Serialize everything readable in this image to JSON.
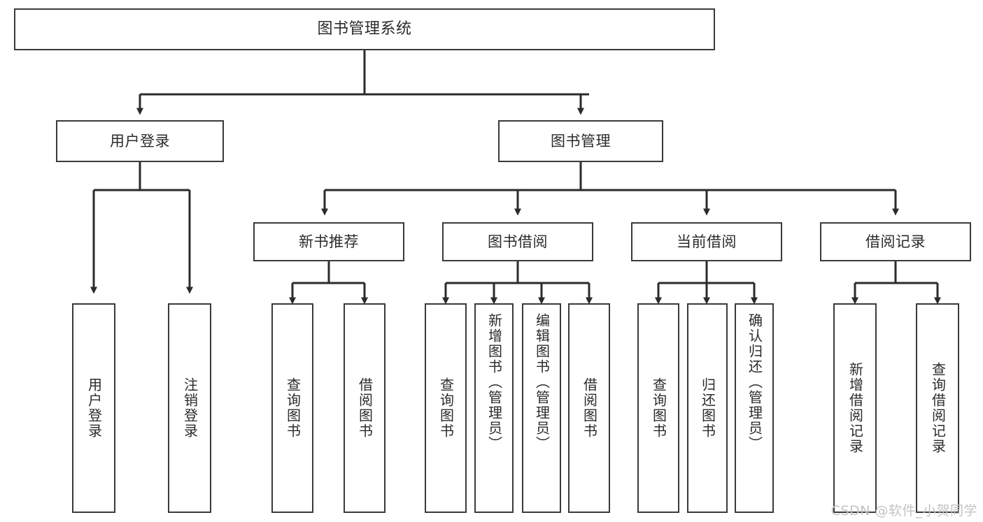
{
  "diagram": {
    "title": "图书管理系统",
    "type": "hierarchy-tree",
    "watermark": "CSDN @软件_小贺同学",
    "colors": {
      "box_border": "#3a3a3a",
      "box_fill": "#ffffff",
      "connector": "#2b2b2b",
      "text": "#2b2b2b",
      "watermark": "#c3c3c3",
      "background": "#ffffff"
    },
    "root": {
      "id": "root",
      "label": "图书管理系统"
    },
    "level2": [
      {
        "id": "user-login",
        "label": "用户登录"
      },
      {
        "id": "book-manage",
        "label": "图书管理"
      }
    ],
    "level3": [
      {
        "id": "new-book-rec",
        "label": "新书推荐",
        "parent": "book-manage"
      },
      {
        "id": "book-borrow",
        "label": "图书借阅",
        "parent": "book-manage"
      },
      {
        "id": "current-borrow",
        "label": "当前借阅",
        "parent": "book-manage"
      },
      {
        "id": "borrow-record",
        "label": "借阅记录",
        "parent": "book-manage"
      }
    ],
    "leaves": [
      {
        "id": "leaf-user-login",
        "label": "用户登录",
        "parent": "user-login"
      },
      {
        "id": "leaf-logout",
        "label": "注销登录",
        "parent": "user-login"
      },
      {
        "id": "leaf-query-book-1",
        "label": "查询图书",
        "parent": "new-book-rec"
      },
      {
        "id": "leaf-borrow-book-1",
        "label": "借阅图书",
        "parent": "new-book-rec"
      },
      {
        "id": "leaf-query-book-2",
        "label": "查询图书",
        "parent": "book-borrow"
      },
      {
        "id": "leaf-add-book",
        "label": "新增图书（管理员）",
        "parent": "book-borrow"
      },
      {
        "id": "leaf-edit-book",
        "label": "编辑图书（管理员）",
        "parent": "book-borrow"
      },
      {
        "id": "leaf-borrow-book-2",
        "label": "借阅图书",
        "parent": "book-borrow"
      },
      {
        "id": "leaf-query-book-3",
        "label": "查询图书",
        "parent": "current-borrow"
      },
      {
        "id": "leaf-return-book",
        "label": "归还图书",
        "parent": "current-borrow"
      },
      {
        "id": "leaf-confirm-return",
        "label": "确认归还（管理员）",
        "parent": "current-borrow"
      },
      {
        "id": "leaf-add-record",
        "label": "新增借阅记录",
        "parent": "borrow-record"
      },
      {
        "id": "leaf-query-record",
        "label": "查询借阅记录",
        "parent": "borrow-record"
      }
    ]
  }
}
